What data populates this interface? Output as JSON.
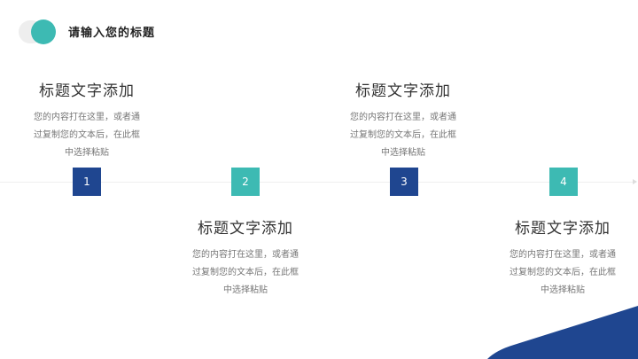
{
  "header": {
    "title": "请输入您的标题"
  },
  "colors": {
    "navy": "#1f4690",
    "teal": "#3dbab3"
  },
  "steps": [
    {
      "number": "1",
      "color": "#1f4690",
      "title": "标题文字添加",
      "body_lines": [
        "您的内容打在这里，或者通",
        "过复制您的文本后，在此框",
        "中选择粘贴"
      ]
    },
    {
      "number": "2",
      "color": "#3dbab3",
      "title": "标题文字添加",
      "body_lines": [
        "您的内容打在这里，或者通",
        "过复制您的文本后，在此框",
        "中选择粘贴"
      ]
    },
    {
      "number": "3",
      "color": "#1f4690",
      "title": "标题文字添加",
      "body_lines": [
        "您的内容打在这里，或者通",
        "过复制您的文本后，在此框",
        "中选择粘贴"
      ]
    },
    {
      "number": "4",
      "color": "#3dbab3",
      "title": "标题文字添加",
      "body_lines": [
        "您的内容打在这里，或者通",
        "过复制您的文本后，在此框",
        "中选择粘贴"
      ]
    }
  ]
}
